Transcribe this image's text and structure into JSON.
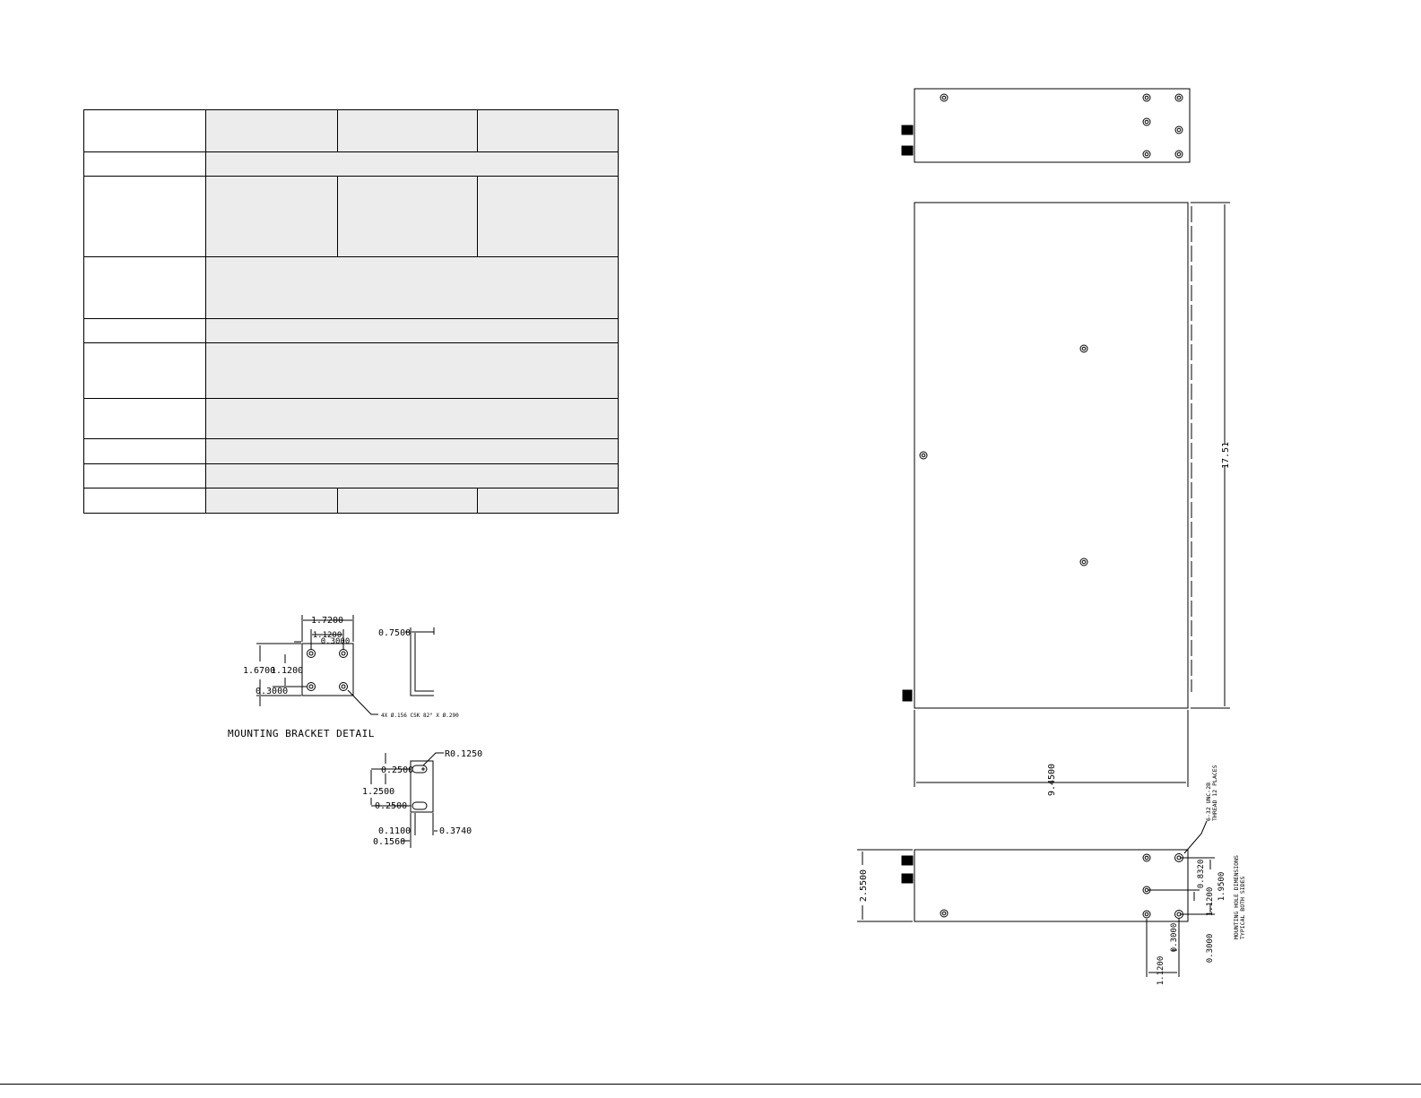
{
  "bracket": {
    "caption": "MOUNTING BRACKET DETAIL",
    "dim_width": "1.7200",
    "dim_hole_span": "1.1200",
    "dim_edge": "0.3000",
    "dim_height": "1.6700",
    "dim_hole_vspan": "1.1200",
    "dim_bottom_edge": "0.3000",
    "dim_side_depth": "0.7500",
    "hole_callout": "4X Ø.156 CSK 82° X Ø.290"
  },
  "slot_detail": {
    "radius": "R0.1250",
    "slot_top": "0.2500",
    "slot_pitch": "1.2500",
    "slot_bottom": "0.2500",
    "dim_a": "0.1100",
    "dim_b": "0.1560",
    "dim_c": "0.3740"
  },
  "chassis": {
    "length": "17.51",
    "width": "9.4500",
    "height": "2.5500",
    "thread_note_1": "6-32 UNC-2B",
    "thread_note_2": "THREAD 12 PLACES",
    "mount_note_1": "MOUNTING HOLE DIMENSIONS",
    "mount_note_2": "TYPICAL BOTH SIDES",
    "dim_0832": "0.8320",
    "dim_1950": "1.9500",
    "dim_1120": "1.1200",
    "dim_0300_a": "0.3000",
    "dim_0300_b": "0.3000",
    "dim_1120_b": "1.1200"
  }
}
